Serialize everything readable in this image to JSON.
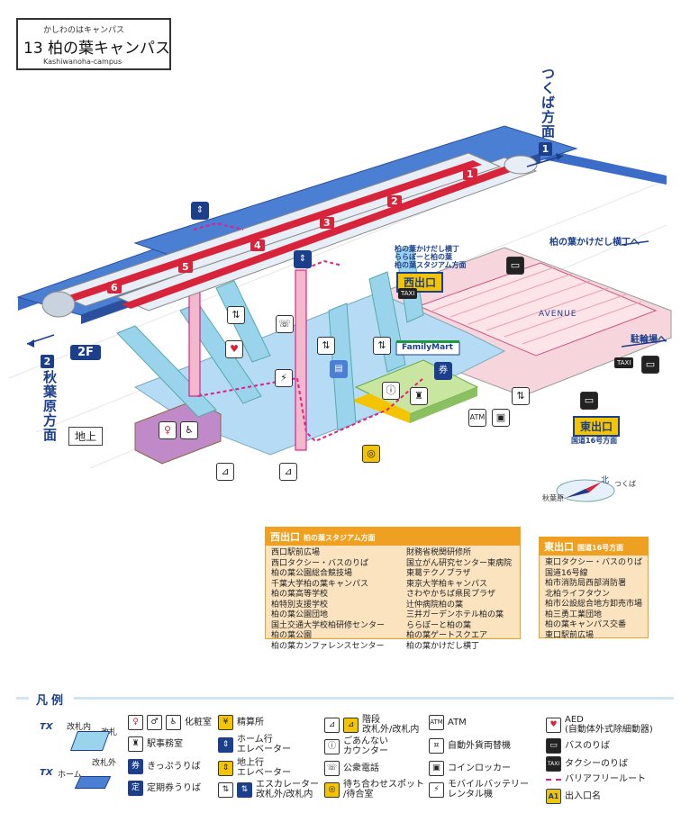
{
  "station": {
    "kana": "かしわのはキャンパス",
    "number_name": "13 柏の葉キャンパス",
    "romaji": "Kashiwanoha-campus"
  },
  "directions": {
    "tsukuba": "つくば方面",
    "tsukuba_num": "1",
    "akihabara": "秋葉原方面",
    "akihabara_num": "2",
    "kakedashi": "柏の葉かけだし横丁へ",
    "bicycle": "駐輪場へ"
  },
  "floors": {
    "upper": "2F",
    "ground": "地上"
  },
  "car_numbers": [
    "1",
    "2",
    "3",
    "4",
    "5",
    "6"
  ],
  "labels": {
    "west_exit": "西出口",
    "east_exit": "東出口",
    "east_exit_sub": "国道16号方面",
    "west_sign_1": "柏の葉かけだし横丁",
    "west_sign_2": "ららぽーと柏の葉",
    "west_sign_3": "柏の葉スタジアム方面",
    "familymart": "FamilyMart",
    "avenue": "AVENUE",
    "atm": "ATM",
    "taxi": "TAXI",
    "compass_north": "北",
    "compass_tsukuba": "つくば",
    "compass_akihabara": "秋葉原"
  },
  "west_panel": {
    "title": "西出口",
    "subtitle": "柏の葉スタジアム方面",
    "col1": [
      "西口駅前広場",
      "西口タクシー・バスのりば",
      "柏の葉公園総合競技場",
      "千葉大学柏の葉キャンパス",
      "柏の葉高等学校",
      "柏特別支援学校",
      "柏の葉公園団地",
      "国土交通大学校柏研修センター",
      "柏の葉公園",
      "柏の葉カンファレンスセンター"
    ],
    "col2": [
      "財務省税関研修所",
      "国立がん研究センター東病院",
      "東葛テクノプラザ",
      "東京大学柏キャンパス",
      "さわやかちば県民プラザ",
      "辻仲病院柏の葉",
      "三井ガーデンホテル柏の葉",
      "ららぽーと柏の葉",
      "柏の葉ゲートスクエア",
      "柏の葉かけだし横丁"
    ]
  },
  "east_panel": {
    "title": "東出口",
    "subtitle": "国道16号方面",
    "items": [
      "東口タクシー・バスのりば",
      "国道16号線",
      "柏市消防局西部消防署",
      "北柏ライフタウン",
      "柏市公設総合地方卸売市場",
      "柏三勇工業団地",
      "柏の葉キャンパス交番",
      "東口駅前広場"
    ]
  },
  "legend": {
    "title": "凡例",
    "gate_inside": "改札内",
    "gate": "改札",
    "gate_outside": "改札外",
    "home": "ホーム",
    "items": {
      "toilet": "化粧室",
      "fare_adjust": "精算所",
      "stairs": "階段\n改札外/改札内",
      "atm": "ATM",
      "aed": "AED\n(自動体外式除細動器)",
      "station_office": "駅事務室",
      "home_elevator": "ホーム行\nエレベーター",
      "info_counter": "ごあんない\nカウンター",
      "fx_exchange": "自動外貨両替機",
      "bus": "バスのりば",
      "ticket": "きっぷうりば",
      "ground_elevator": "地上行\nエレベーター",
      "phone": "公衆電話",
      "locker": "コインロッカー",
      "taxi": "タクシーのりば",
      "pass_ticket": "定期券うりば",
      "escalator": "エスカレーター\n改札外/改札内",
      "meeting": "待ち合わせスポット\n/待合室",
      "battery": "モバイルバッテリー\nレンタル機",
      "barrier_free": "バリアフリールート",
      "exit_name": "出入口名"
    },
    "exit_code": "A1",
    "tx_mark": "TX"
  },
  "colors": {
    "navy": "#1c3f8c",
    "train_red": "#d8243a",
    "platform_blue": "#4a7fd4",
    "concourse_blue": "#b6dcf5",
    "pink_route": "#e0208a",
    "panel_orange": "#f0a020"
  }
}
